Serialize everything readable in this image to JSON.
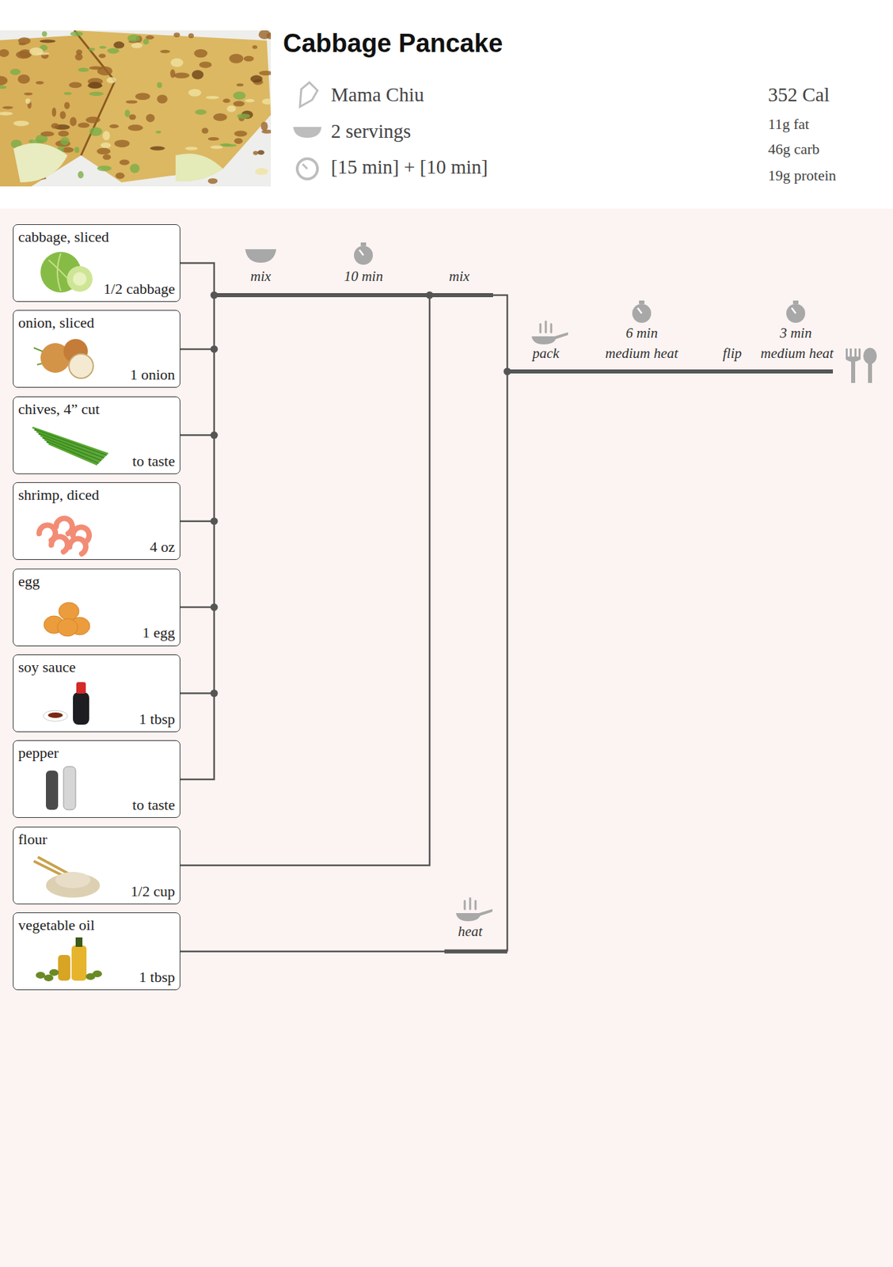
{
  "diagram": {
    "title": "Cabbage Pancake",
    "nodes": [
      {
        "text": [
          "cabbage, sliced",
          "1/2 cabbage"
        ]
      },
      {
        "text": [
          "onion, sliced",
          "1 onion"
        ]
      },
      {
        "text": [
          "chives, 4” cut",
          "to taste"
        ]
      },
      {
        "text": [
          "shrimp, diced",
          "4 oz"
        ]
      },
      {
        "text": [
          "egg",
          "1 egg"
        ]
      },
      {
        "text": [
          "soy sauce",
          "1 tbsp"
        ]
      },
      {
        "text": [
          "pepper",
          "to taste"
        ]
      },
      {
        "text": [
          "flour",
          "1/2 cup"
        ]
      },
      {
        "text": [
          "vegetable oil",
          "1 tbsp"
        ]
      }
    ],
    "labels": [
      "Mama Chiu",
      "2 servings",
      "[15 min] + [10 min]",
      "352 Cal",
      "11g fat",
      "46g carb",
      "19g protein",
      "mix",
      "10 min",
      "mix",
      "pack",
      "6 min",
      "medium heat",
      "flip",
      "3 min",
      "medium heat",
      "heat"
    ]
  }
}
